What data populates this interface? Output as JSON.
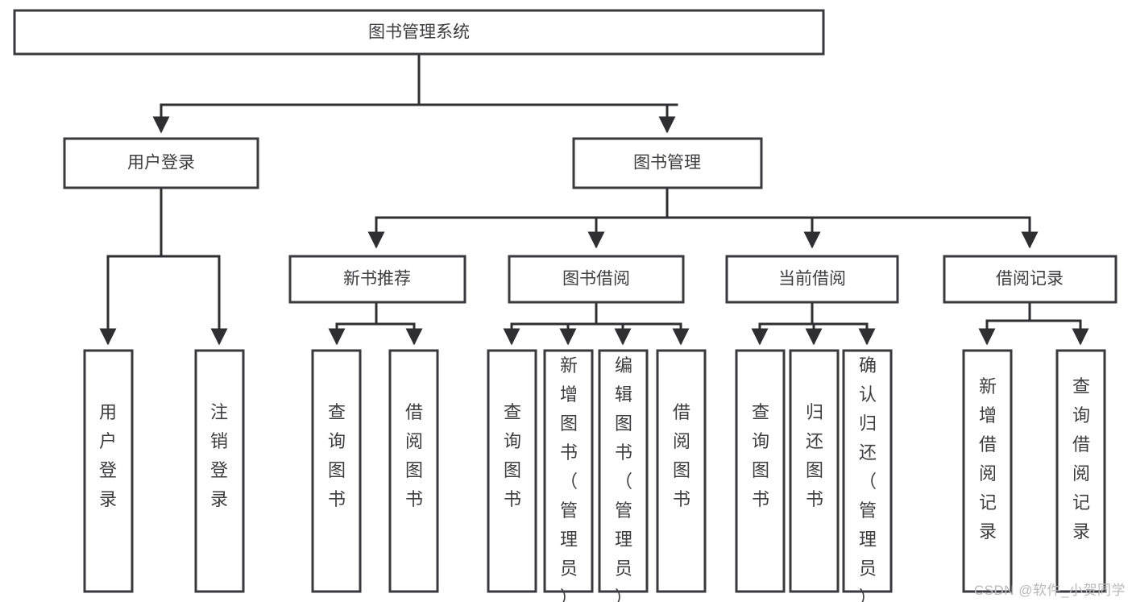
{
  "diagram": {
    "type": "tree-hierarchy",
    "title": "图书管理系统",
    "watermark": "CSDN @软件_小贺同学",
    "colors": {
      "background": "#ffffff",
      "box_fill": "#ffffff",
      "box_stroke": "#3a3a3c",
      "connector": "#2f2f31",
      "text": "#3d3d3f",
      "watermark": "#b9b9bb"
    },
    "root": {
      "label": "图书管理系统",
      "orientation": "horizontal"
    },
    "level2": [
      {
        "label": "用户登录",
        "orientation": "horizontal"
      },
      {
        "label": "图书管理",
        "orientation": "horizontal"
      }
    ],
    "level3": [
      {
        "label": "新书推荐",
        "orientation": "horizontal"
      },
      {
        "label": "图书借阅",
        "orientation": "horizontal"
      },
      {
        "label": "当前借阅",
        "orientation": "horizontal"
      },
      {
        "label": "借阅记录",
        "orientation": "horizontal"
      }
    ],
    "leaves": {
      "user_login": [
        {
          "label": "用户登录",
          "orientation": "vertical"
        },
        {
          "label": "注销登录",
          "orientation": "vertical"
        }
      ],
      "new_book_recommend": [
        {
          "label": "查询图书",
          "orientation": "vertical"
        },
        {
          "label": "借阅图书",
          "orientation": "vertical"
        }
      ],
      "book_borrow": [
        {
          "label": "查询图书",
          "orientation": "vertical"
        },
        {
          "label": "新增图书（管理员）",
          "orientation": "vertical"
        },
        {
          "label": "编辑图书（管理员）",
          "orientation": "vertical"
        },
        {
          "label": "借阅图书",
          "orientation": "vertical"
        }
      ],
      "current_borrow": [
        {
          "label": "查询图书",
          "orientation": "vertical"
        },
        {
          "label": "归还图书",
          "orientation": "vertical"
        },
        {
          "label": "确认归还（管理员）",
          "orientation": "vertical"
        }
      ],
      "borrow_record": [
        {
          "label": "新增借阅记录",
          "orientation": "vertical"
        },
        {
          "label": "查询借阅记录",
          "orientation": "vertical"
        }
      ]
    }
  }
}
